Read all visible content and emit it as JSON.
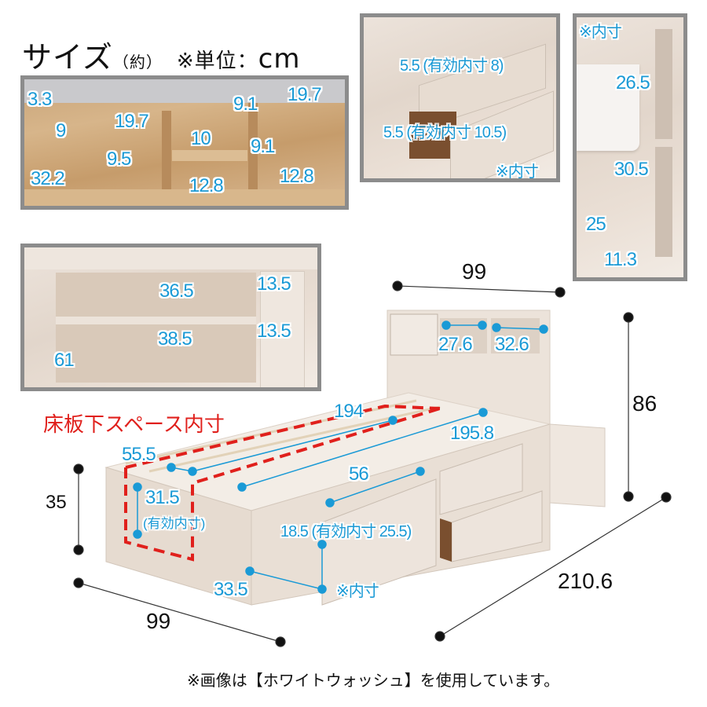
{
  "header": {
    "title": "サイズ",
    "approx": "（約）",
    "unit_label": "※単位：",
    "unit": "cm"
  },
  "panel_headboard_shelf": {
    "labels": [
      "3.3",
      "9",
      "19.7",
      "9.5",
      "32.2",
      "9.1",
      "10",
      "9.1",
      "12.8",
      "19.7",
      "12.8"
    ]
  },
  "panel_drawers": {
    "upper": "5.5 (有効内寸 8)",
    "lower": "5.5 (有効内寸 10.5)",
    "note": "※内寸"
  },
  "panel_side": {
    "note": "※内寸",
    "labels": [
      "26.5",
      "30.5",
      "25",
      "11.3"
    ]
  },
  "panel_cabinet": {
    "labels": [
      "36.5",
      "13.5",
      "38.5",
      "13.5",
      "61"
    ]
  },
  "main": {
    "width_top": "99",
    "height": "86",
    "length": "210.6",
    "width_bottom": "99",
    "frame_height": "35",
    "shelf_left": "27.6",
    "shelf_right": "32.6",
    "under_floor_label": "床板下スペース内寸",
    "floor_length": "194",
    "frame_length": "195.8",
    "under_width": "55.5",
    "under_height": "31.5",
    "under_height_note": "(有効内寸)",
    "drawer_width": "56",
    "drawer_height": "18.5 (有効内寸 25.5)",
    "drawer_depth": "33.5",
    "drawer_note": "※内寸"
  },
  "footer": {
    "note": "※画像は【ホワイトウォッシュ】を使用しています。"
  },
  "colors": {
    "dimension_blue": "#1a9ad6",
    "dimension_black": "#111111",
    "under_floor_red": "#e0201c",
    "panel_border": "#8c8c8c",
    "wood_white": "#e8ddd3",
    "wood_oak": "#cfa979"
  }
}
